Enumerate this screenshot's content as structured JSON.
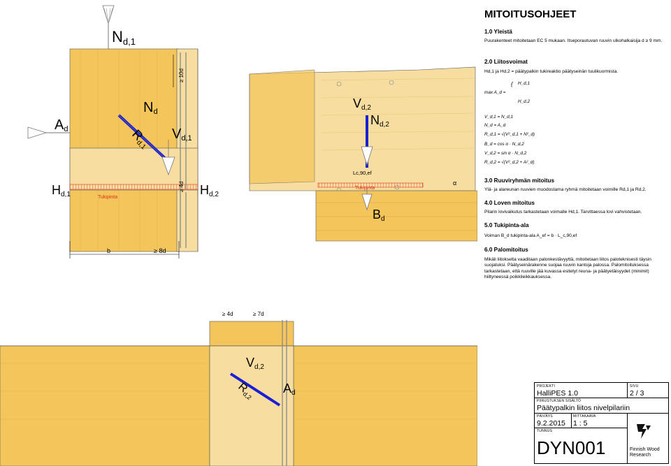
{
  "drawing": {
    "Nd1_top": "N",
    "Nd1_top_sub": "d,1",
    "Ad_left": "A",
    "Ad_left_sub": "d",
    "Nd_main": "N",
    "Nd_main_sub": "d",
    "Rd1": "R",
    "Rd1_sub": "d,1",
    "Vd1": "V",
    "Vd1_sub": "d,1",
    "Hd1": "H",
    "Hd1_sub": "d,1",
    "Hd2": "H",
    "Hd2_sub": "d,2",
    "tukipinta_left": "Tukipinta",
    "dim_10d": "≥ 10d",
    "dim_4d": "≥ 4d",
    "dim_b": "b",
    "dim_8d": "≥ 8d",
    "Vd2_mid": "V",
    "Vd2_mid_sub": "d,2",
    "Nd2_mid": "N",
    "Nd2_mid_sub": "d,2",
    "Lc90": "Lc,90,ef",
    "tukipinta_mid": "Tukipinta",
    "alpha": "α",
    "Bd": "B",
    "Bd_sub": "d",
    "dim_4d_bottom": "≥ 4d",
    "dim_7d_bottom": "≥ 7d",
    "Vd2_bottom": "V",
    "Vd2_bottom_sub": "d,2",
    "Rd2_bottom": "R",
    "Rd2_bottom_sub": "d,2",
    "Ad_bottom": "A",
    "Ad_bottom_sub": "d"
  },
  "panel": {
    "title": "MITOITUSOHJEET",
    "s1_title": "1.0 Yleistä",
    "s1_text": "Puurakenteet mitoitetaan EC 5 mukaan. Itseporautuvan ruuvin ulkohalkaisija d ≥ 9 mm.",
    "s2_title": "2.0 Liitosvoimat",
    "s2_text": "Hd,1 ja Hd,2 =   päätypalkin tukireaktio päätyseinän tuulikuormista.",
    "eq_max": "max A_d =",
    "eq_brace_1": "H_d,1",
    "eq_brace_2": "H_d,2",
    "eq1": "V_d,1 = N_d,1",
    "eq2": "N_d = A_d",
    "eq3": "R_d,1 = √(V²_d,1 + N²_d)",
    "eq4": "B_d = cos α · N_d,2",
    "eq5": "V_d,2 = sin α · N_d,2",
    "eq6": "R_d,2 = √(V²_d,2 + A²_d)",
    "s3_title": "3.0 Ruuviryhmän mitoitus",
    "s3_text": "Ylä- ja alareunan ruuvien muodostama ryhmä mitoitetaan voimille Rd,1 ja Rd,2.",
    "s4_title": "4.0 Loven mitoitus",
    "s4_text": "Pilarin lovivaikutus tarkastetaan voimalle Hd,1. Tarvittaessa lovi vahvistetaan.",
    "s5_title": "5.0 Tukipinta-ala",
    "s5_text": "Voiman B_d  tukipinta-ala A_ef = b · L_c,90,ef",
    "s6_title": "6.0 Palomitoitus",
    "s6_text": "Mikäli liitokselta vaaditaan palonkestävyyttä, mitoitetaan liitos paloteknisesti täysin suojatuksi. Päätyseinärakenne suojaa ruuvin kantoja palossa. Palomitoituksessa tarkastetaan, että ruuville jää kuvassa esitetyt reuna- ja päätyetäisyydet (minimit) hiiltyneessä poikkileikkauksessa."
  },
  "titleblock": {
    "projekti_label": "PROJEKTI",
    "projekti": "HalliPES 1.0",
    "sivu_label": "SIVU",
    "sivu": "2 / 3",
    "sisalto_label": "PIIRUSTUKSEN  SISÄLTÖ",
    "sisalto": "Päätypalkin liitos nivelpilariin",
    "pvm_label": "PÄIVÄYS",
    "pvm": "9.2.2015",
    "mittakaava_label": "MITTAKAAVA",
    "mittakaava": "1 : 5",
    "tunnus_label": "TUNNUS",
    "tunnus": "DYN001",
    "brand1": "Finnish Wood",
    "brand2": "Research"
  },
  "colors": {
    "wood_light": "#f7dea0",
    "wood_dark": "#f3c55a",
    "force_blue": "#1a1fd6",
    "tukipinta_red": "#e03020",
    "grain": "#cfa34a"
  }
}
